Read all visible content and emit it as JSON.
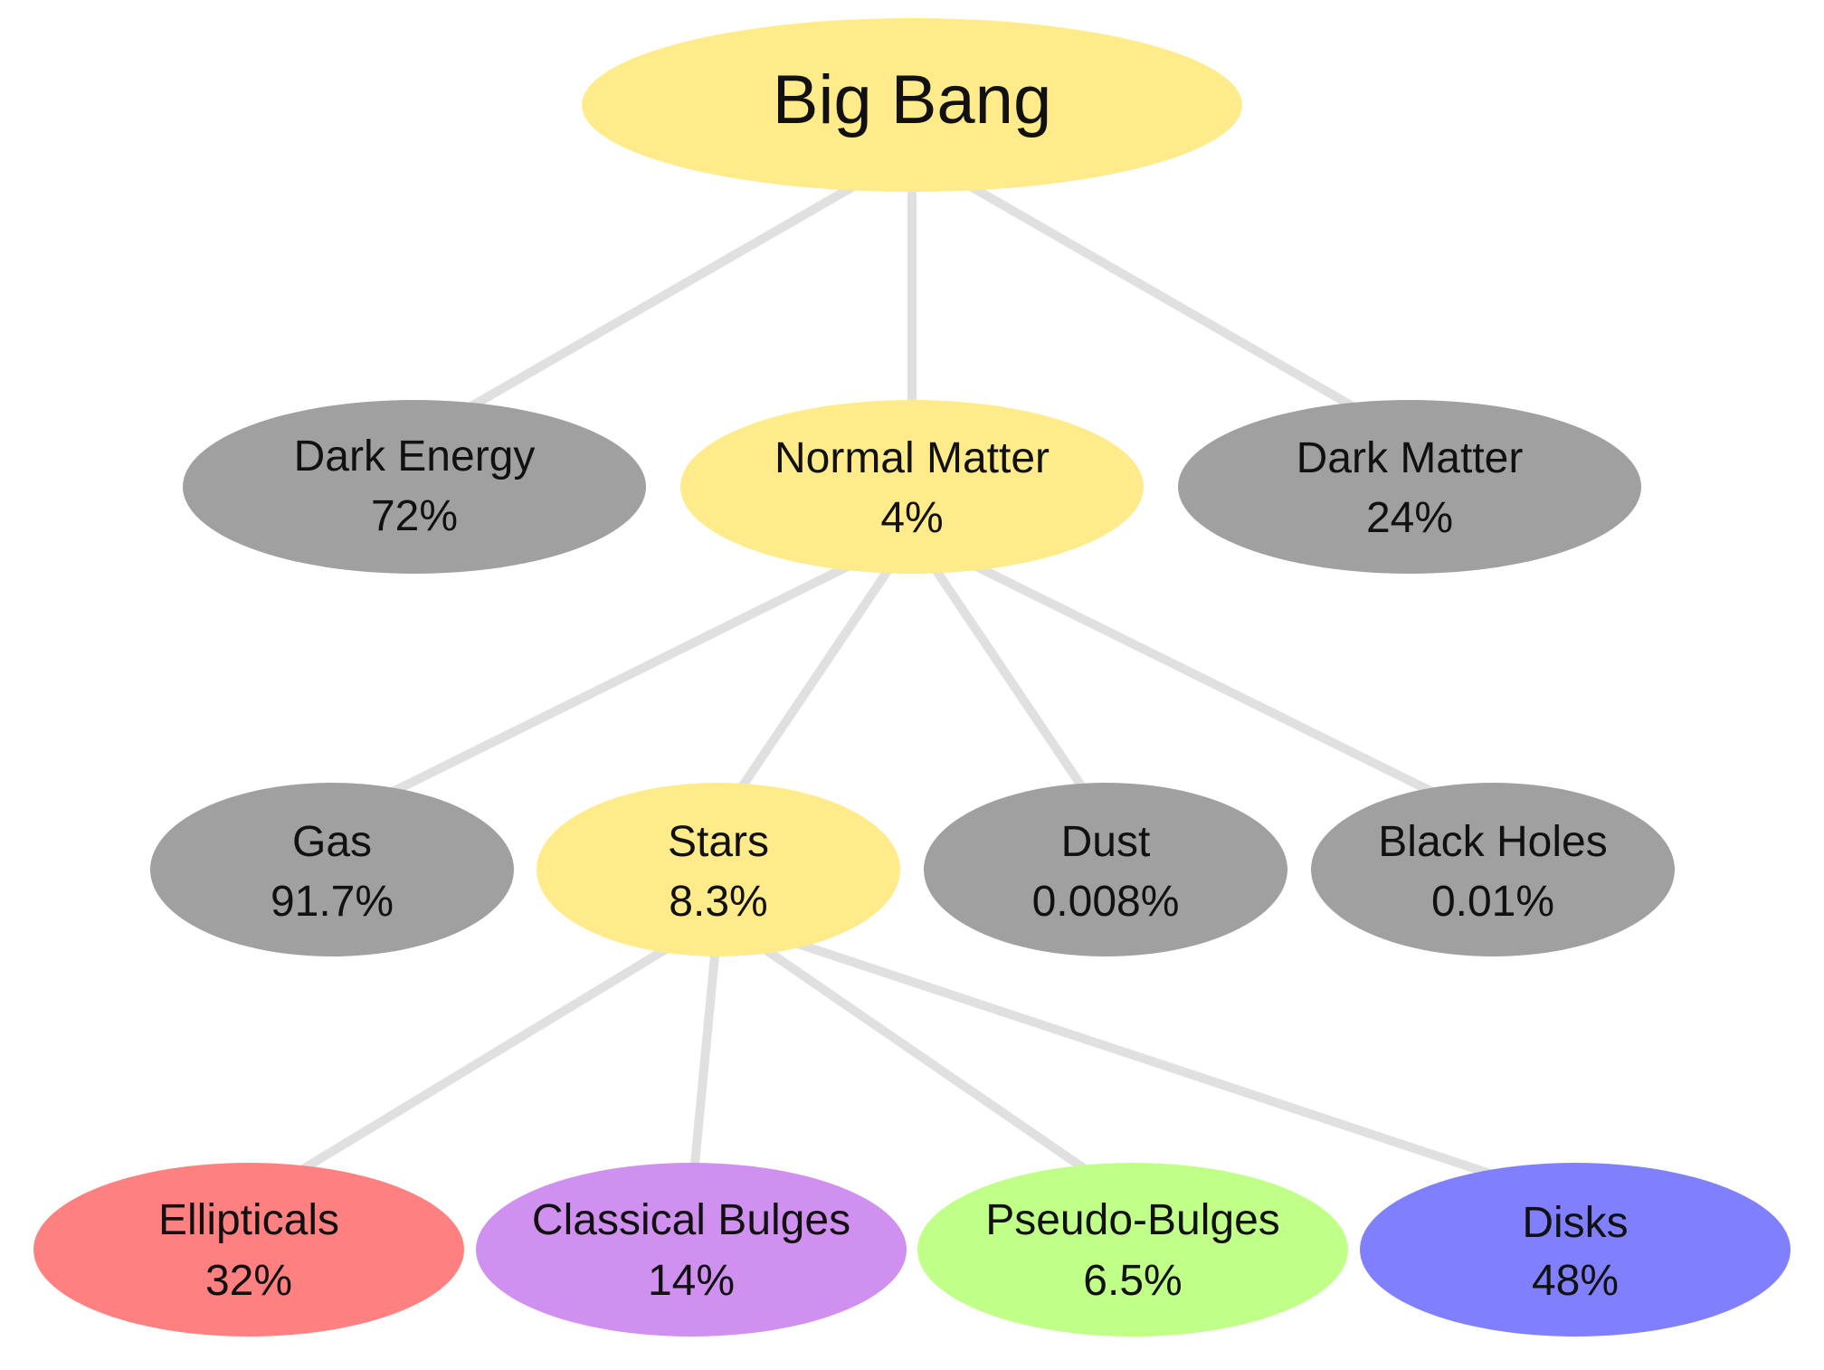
{
  "colors": {
    "edge": "#e0e0e0",
    "yellow": "#ffeb8a",
    "gray": "#a0a0a0",
    "red": "#ff8080",
    "purple": "#d090f0",
    "green": "#c0ff88",
    "blue": "#8080ff"
  },
  "nodes": {
    "big_bang": {
      "title": "Big Bang",
      "value": "",
      "color": "#ffeb8a"
    },
    "dark_energy": {
      "title": "Dark Energy",
      "value": "72%",
      "color": "#a0a0a0"
    },
    "normal_matter": {
      "title": "Normal Matter",
      "value": "4%",
      "color": "#ffeb8a"
    },
    "dark_matter": {
      "title": "Dark Matter",
      "value": "24%",
      "color": "#a0a0a0"
    },
    "gas": {
      "title": "Gas",
      "value": "91.7%",
      "color": "#a0a0a0"
    },
    "stars": {
      "title": "Stars",
      "value": "8.3%",
      "color": "#ffeb8a"
    },
    "dust": {
      "title": "Dust",
      "value": "0.008%",
      "color": "#a0a0a0"
    },
    "black_holes": {
      "title": "Black Holes",
      "value": "0.01%",
      "color": "#a0a0a0"
    },
    "ellipticals": {
      "title": "Ellipticals",
      "value": "32%",
      "color": "#ff8080"
    },
    "classical_bulges": {
      "title": "Classical Bulges",
      "value": "14%",
      "color": "#d090f0"
    },
    "pseudo_bulges": {
      "title": "Pseudo-Bulges",
      "value": "6.5%",
      "color": "#c0ff88"
    },
    "disks": {
      "title": "Disks",
      "value": "48%",
      "color": "#8080ff"
    }
  },
  "edges": [
    [
      "big_bang",
      "dark_energy"
    ],
    [
      "big_bang",
      "normal_matter"
    ],
    [
      "big_bang",
      "dark_matter"
    ],
    [
      "normal_matter",
      "gas"
    ],
    [
      "normal_matter",
      "stars"
    ],
    [
      "normal_matter",
      "dust"
    ],
    [
      "normal_matter",
      "black_holes"
    ],
    [
      "stars",
      "ellipticals"
    ],
    [
      "stars",
      "classical_bulges"
    ],
    [
      "stars",
      "pseudo_bulges"
    ],
    [
      "stars",
      "disks"
    ]
  ]
}
